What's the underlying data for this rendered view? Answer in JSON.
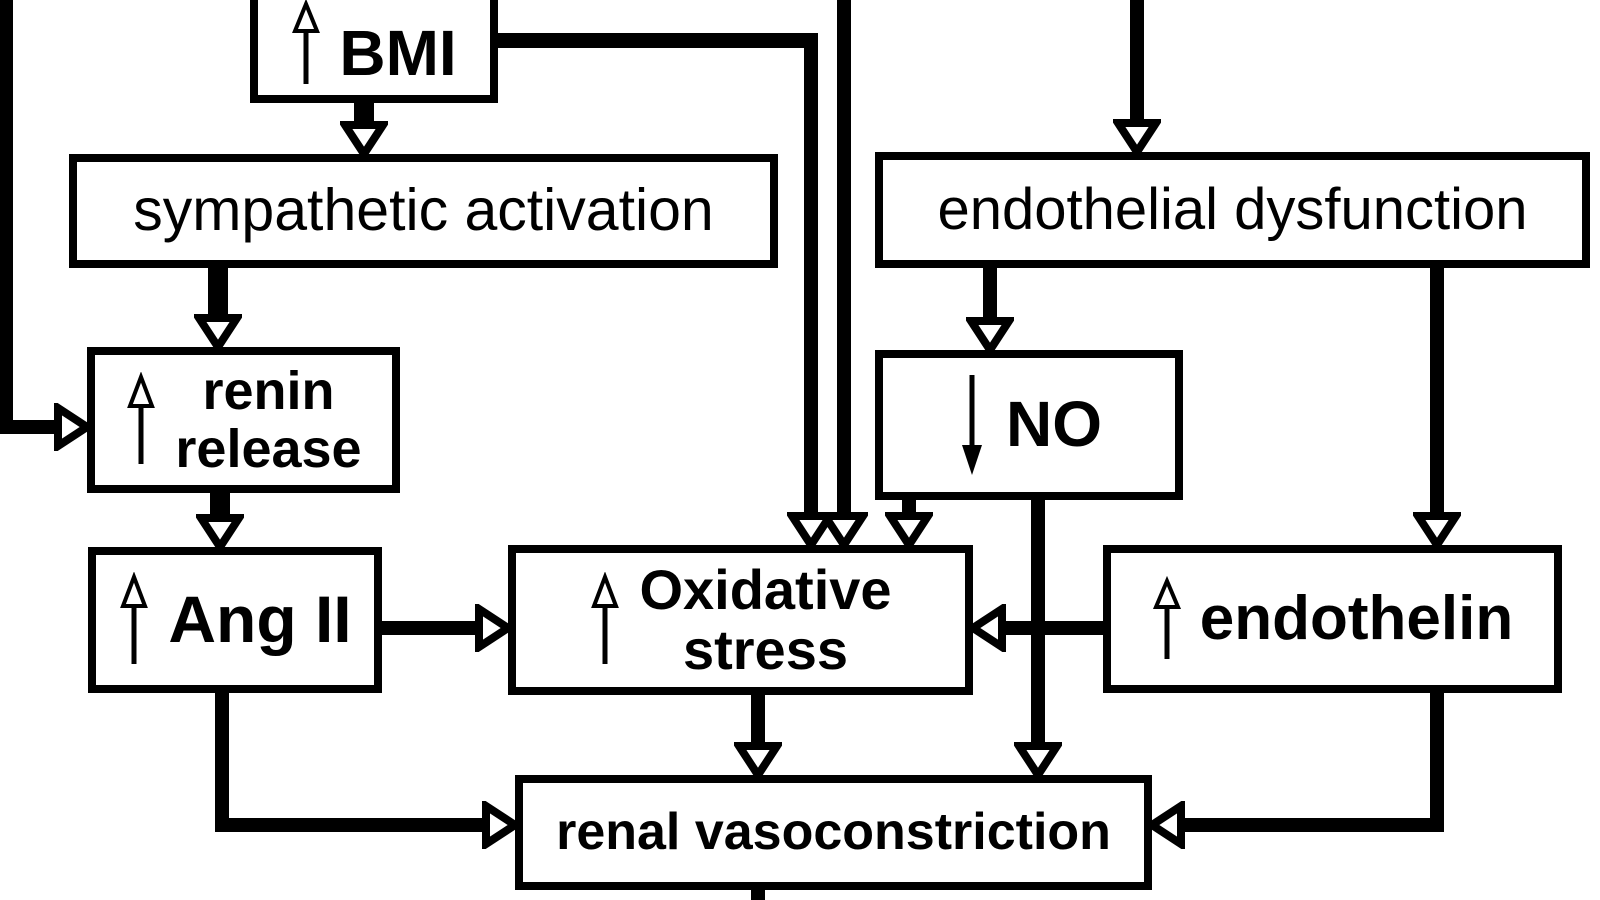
{
  "diagram": {
    "background_color": "#ffffff",
    "line_color": "#000000",
    "nodes": {
      "bmi": {
        "label": "BMI",
        "direction": "increase"
      },
      "sympathetic_activation": {
        "label": "sympathetic activation"
      },
      "endothelial_dysfunction": {
        "label": "endothelial dysfunction"
      },
      "renin_release": {
        "line1": "renin",
        "line2": "release",
        "direction": "increase"
      },
      "no": {
        "label": "NO",
        "direction": "decrease"
      },
      "ang_ii": {
        "label": "Ang II",
        "direction": "increase"
      },
      "oxidative_stress": {
        "line1": "Oxidative",
        "line2": "stress",
        "direction": "increase"
      },
      "endothelin": {
        "label": "endothelin",
        "direction": "increase"
      },
      "renal_vasoconstriction": {
        "label": "renal vasoconstriction"
      }
    },
    "edges": [
      {
        "from": "offscreen-left",
        "to": "renin release"
      },
      {
        "from": "BMI",
        "to": "sympathetic activation"
      },
      {
        "from": "BMI",
        "to": "Oxidative stress"
      },
      {
        "from": "offscreen-top",
        "to": "Oxidative stress"
      },
      {
        "from": "offscreen-top",
        "to": "endothelial dysfunction"
      },
      {
        "from": "sympathetic activation",
        "to": "renin release"
      },
      {
        "from": "renin release",
        "to": "Ang II"
      },
      {
        "from": "Ang II",
        "to": "Oxidative stress"
      },
      {
        "from": "Ang II",
        "to": "renal vasoconstriction"
      },
      {
        "from": "endothelial dysfunction",
        "to": "NO"
      },
      {
        "from": "endothelial dysfunction",
        "to": "endothelin"
      },
      {
        "from": "NO",
        "to": "Oxidative stress"
      },
      {
        "from": "NO",
        "to": "renal vasoconstriction"
      },
      {
        "from": "endothelin",
        "to": "Oxidative stress"
      },
      {
        "from": "endothelin",
        "to": "renal vasoconstriction"
      },
      {
        "from": "Oxidative stress",
        "to": "renal vasoconstriction"
      },
      {
        "from": "renal vasoconstriction",
        "to": "offscreen-bottom"
      }
    ]
  }
}
